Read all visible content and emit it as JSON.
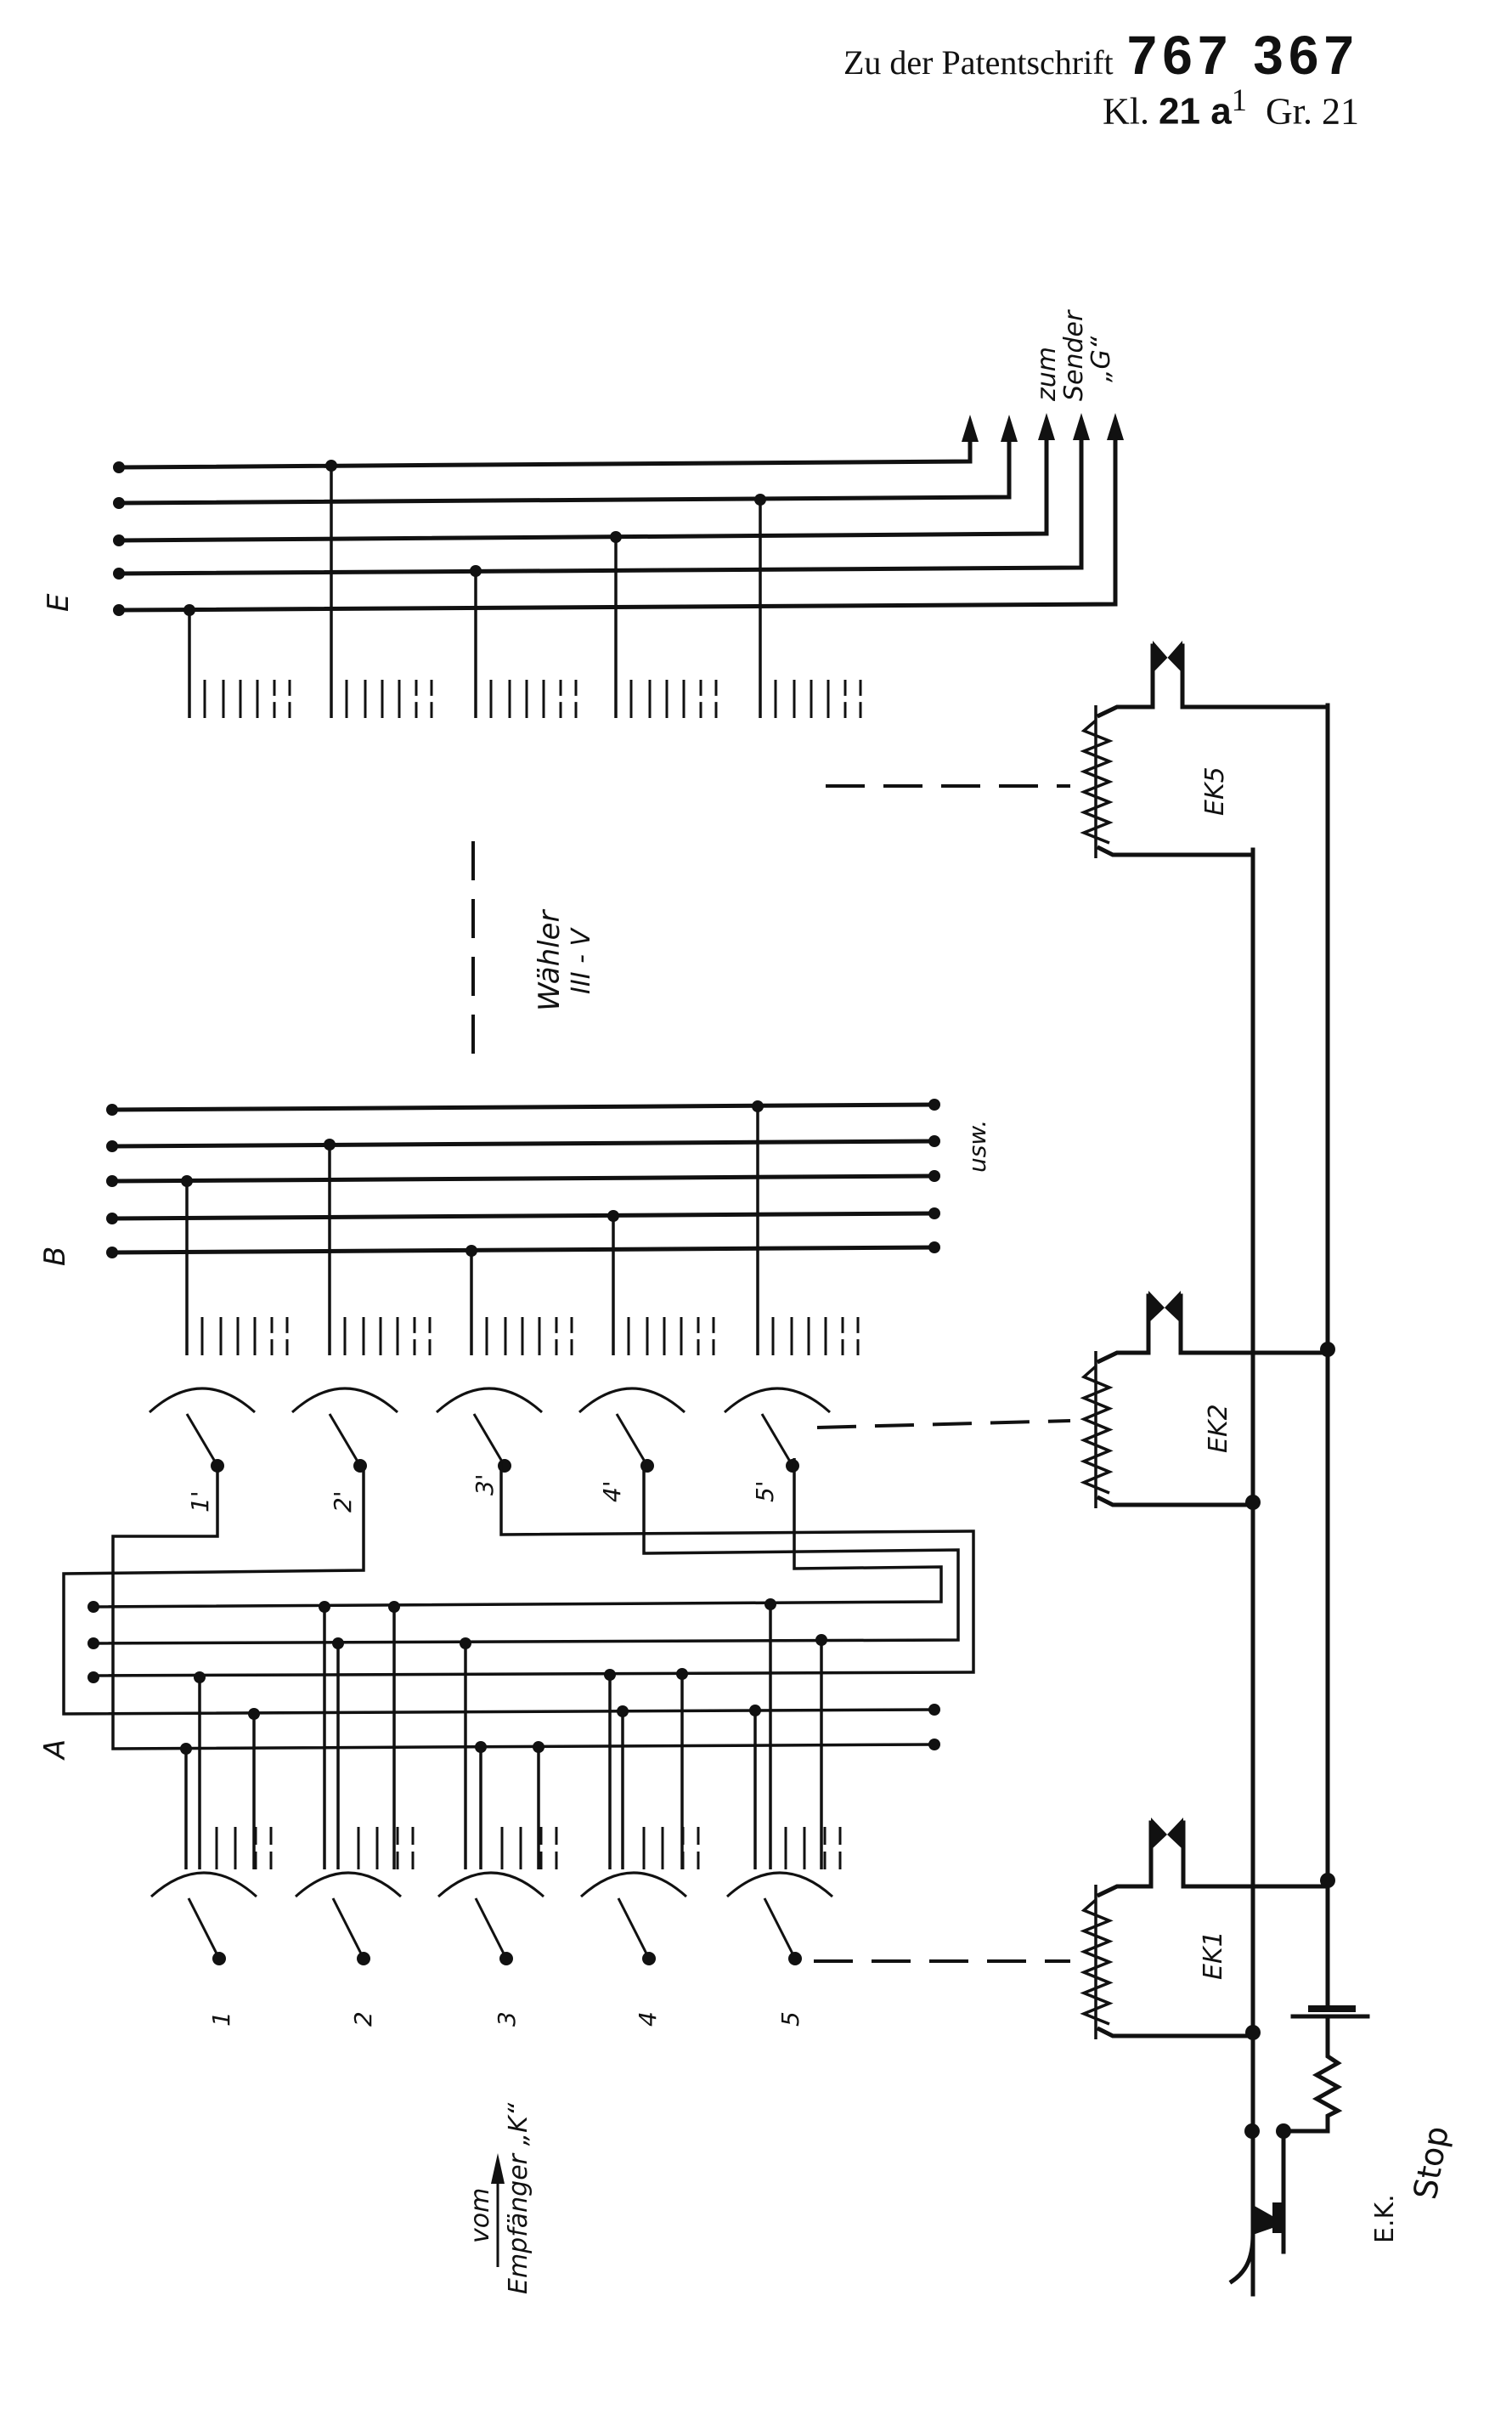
{
  "header": {
    "prefix": "Zu der Patentschrift",
    "patent_number": "767 367",
    "class_label": "Kl.",
    "class_value": "21 a",
    "class_sup": "1",
    "group": "Gr. 21"
  },
  "diagram": {
    "group_labels": {
      "E": "E",
      "B": "B",
      "A": "A"
    },
    "output_label": {
      "line1": "zum",
      "line2": "Sender",
      "line3": "„G“"
    },
    "selector_label": {
      "line1": "Wähler",
      "line2": "III - V"
    },
    "usw": "usw.",
    "upper_switch_labels": [
      "1'",
      "2'",
      "3'",
      "4'",
      "5'"
    ],
    "lower_switch_labels": [
      "1",
      "2",
      "3",
      "4",
      "5"
    ],
    "input_label": {
      "line1": "vom",
      "line2": "Empfänger „K“"
    },
    "relays": [
      {
        "id": "ek5",
        "label": "EK5"
      },
      {
        "id": "ek2",
        "label": "EK2"
      },
      {
        "id": "ek1",
        "label": "EK1"
      }
    ],
    "stop_key_label": {
      "line1": "E.K.",
      "line2": "Stop"
    }
  }
}
